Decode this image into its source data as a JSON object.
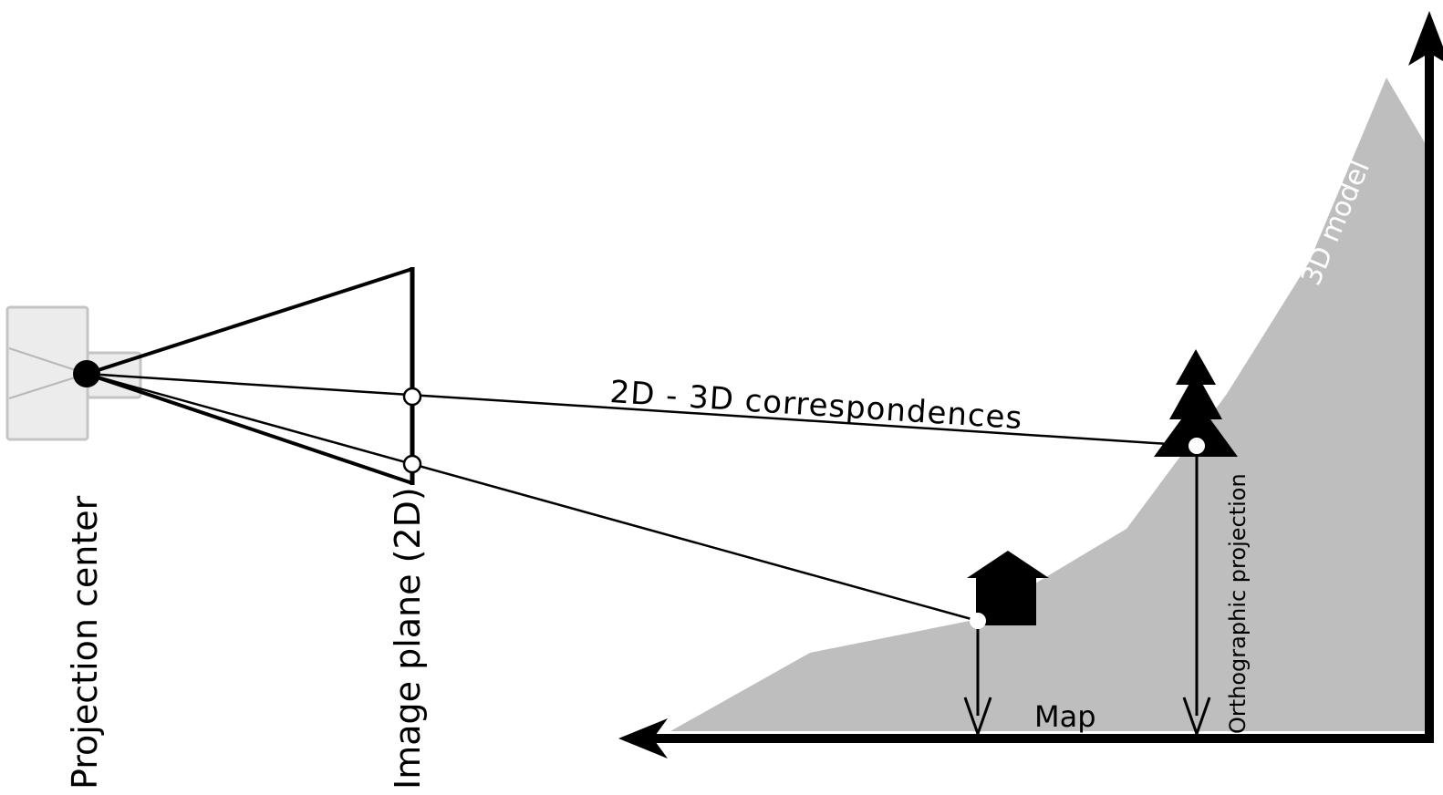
{
  "labels": {
    "projection_center": "Projection center",
    "image_plane": "Image plane (2D)",
    "correspondences": "2D - 3D correspondences",
    "model_3d": "3D model",
    "orthographic": "Orthographic projection",
    "map": "Map"
  },
  "colors": {
    "background": "#ffffff",
    "ink": "#000000",
    "terrain": "#bebebe",
    "camera_fill": "#ececec",
    "camera_stroke": "#c4c4c4",
    "model_label": "#ffffff"
  },
  "icons": {
    "camera": "camera-body-icon",
    "tree": "pine-tree-icon",
    "house": "house-icon"
  }
}
